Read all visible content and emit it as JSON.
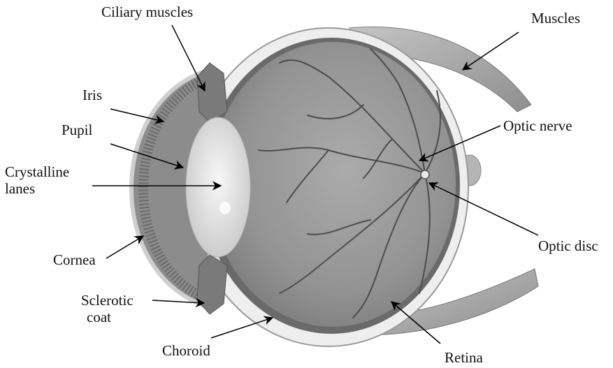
{
  "labels": {
    "ciliary_muscles": "Ciliary muscles",
    "muscles": "Muscles",
    "iris": "Iris",
    "pupil": "Pupil",
    "crystalline_line1": "Crystalline",
    "crystalline_line2": "lanes",
    "optic_nerve": "Optic nerve",
    "optic_disc": "Optic disc",
    "cornea": "Cornea",
    "sclerotic_line1": "Sclerotic",
    "sclerotic_line2": "coat",
    "choroid": "Choroid",
    "retina": "Retina"
  },
  "colors": {
    "sclera": "#ededed",
    "choroid": "#6e6e6e",
    "interior": "#9a9a9a",
    "vessels": "#4a4a4a",
    "lens": "#e4e4e4",
    "iris": "#8a8a8a",
    "muscle": "#a8a8a8",
    "arrow": "#000000"
  }
}
